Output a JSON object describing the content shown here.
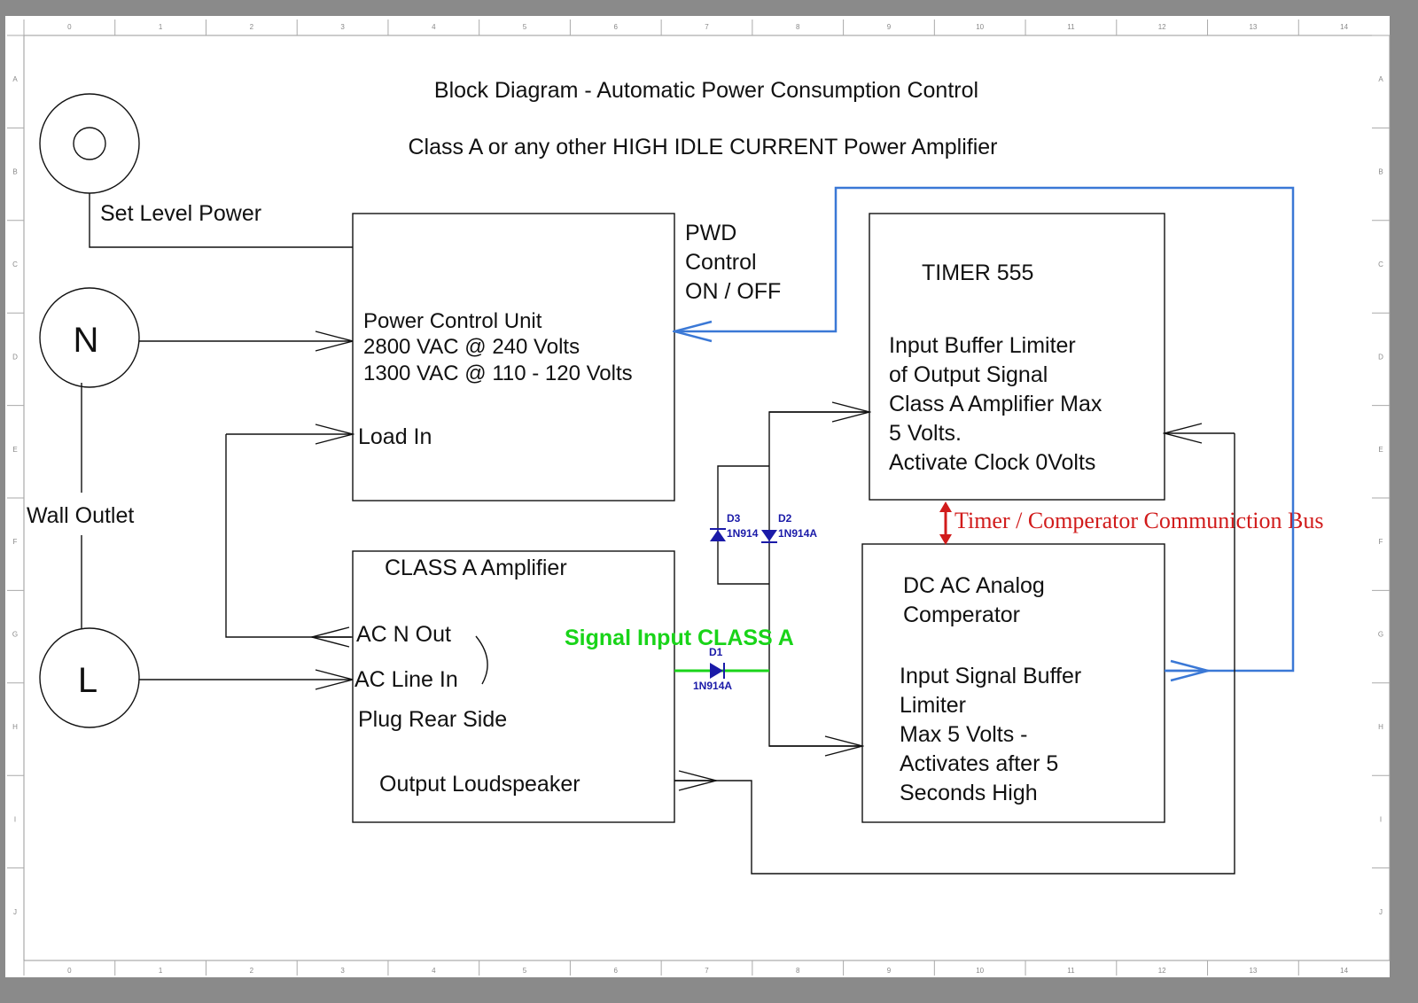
{
  "title": "Block Diagram - Automatic Power Consumption Control",
  "subtitle": "Class A or any other HIGH IDLE CURRENT Power Amplifier",
  "border": {
    "columns": [
      "0",
      "1",
      "2",
      "3",
      "4",
      "5",
      "6",
      "7",
      "8",
      "9",
      "10",
      "11",
      "12",
      "13",
      "14"
    ],
    "rows": [
      "A",
      "B",
      "C",
      "D",
      "E",
      "F",
      "G",
      "H",
      "I",
      "J"
    ]
  },
  "left": {
    "knob_label": "Set Level Power",
    "neutral": "N",
    "line": "L",
    "outlet_label": "Wall Outlet"
  },
  "power_unit": {
    "lines": [
      "Power Control Unit",
      "2800 VAC @ 240 Volts",
      "1300 VAC @ 110 - 120 Volts"
    ],
    "load_in": "Load In"
  },
  "pwd": [
    "PWD",
    "Control",
    "ON / OFF"
  ],
  "amplifier": {
    "title": "CLASS A Amplifier",
    "ac_n_out": "AC N Out",
    "ac_line_in": "AC Line In",
    "plug": "Plug Rear Side",
    "output": "Output Loudspeaker"
  },
  "timer": {
    "title": "TIMER 555",
    "lines": [
      "Input Buffer Limiter",
      "of Output Signal",
      "Class A Amplifier Max",
      "5 Volts.",
      "Activate Clock 0Volts"
    ]
  },
  "comparator": {
    "title_lines": [
      "DC AC Analog",
      "Comperator"
    ],
    "lines": [
      "Input Signal Buffer",
      "Limiter",
      "Max 5 Volts  -",
      "Activates after 5",
      "Seconds High"
    ]
  },
  "bus_label": "Timer / Comperator Communiction Bus",
  "signal_label": "Signal Input CLASS A",
  "diodes": [
    {
      "ref": "D1",
      "part": "1N914A"
    },
    {
      "ref": "D2",
      "part": "1N914A"
    },
    {
      "ref": "D3",
      "part": "1N914"
    }
  ],
  "colors": {
    "frame": "#8a8a8a",
    "sheet": "#ffffff",
    "wire": "#111111",
    "feedback": "#3a78d6",
    "bus": "#d11b1b",
    "signal": "#19d419",
    "diode": "#1a1aa8"
  }
}
